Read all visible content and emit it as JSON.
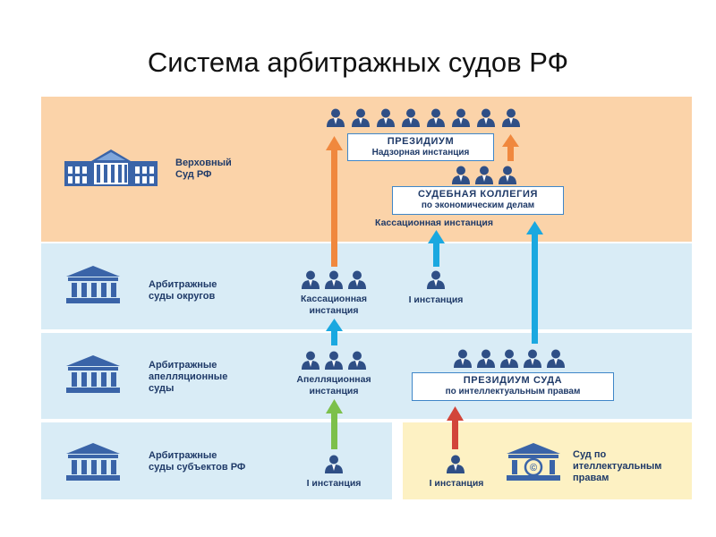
{
  "title": "Система арбитражных судов РФ",
  "colors": {
    "supreme_band": "#fbd3a9",
    "blue_band": "#d9ecf6",
    "ip_band": "#fdf1c3",
    "orange_arrow": "#f0883e",
    "blue_arrow": "#1aa8e0",
    "green_arrow": "#7cc04b",
    "red_arrow": "#d2453a",
    "court_icon": "#3a64a8"
  },
  "levels": {
    "supreme": "Верховный\nСуд РФ",
    "district": "Арбитражные\nсуды округов",
    "appeal": "Арбитражные\nапелляционные\nсуды",
    "subject": "Арбитражные\nсуды субъектов РФ",
    "ip_court": "Суд по\nителлектуальным\nправам"
  },
  "boxes": {
    "presidium_title": "ПРЕЗИДИУМ",
    "presidium_sub": "Надзорная инстанция",
    "collegium_title": "СУДЕБНАЯ КОЛЛЕГИЯ",
    "collegium_sub": "по экономическим делам",
    "ip_presidium_title": "ПРЕЗИДИУМ СУДА",
    "ip_presidium_sub": "по интеллектуальным правам"
  },
  "texts": {
    "cassation_supreme": "Кассационная инстанция",
    "district_cassation": "Кассационная\nинстанция",
    "district_first": "I инстанция",
    "appeal_instance": "Апелляционная\nинстанция",
    "subject_first": "I инстанция",
    "ip_first": "I инстанция"
  },
  "icons": {
    "judge": "person-icon",
    "court": "courthouse-icon"
  }
}
